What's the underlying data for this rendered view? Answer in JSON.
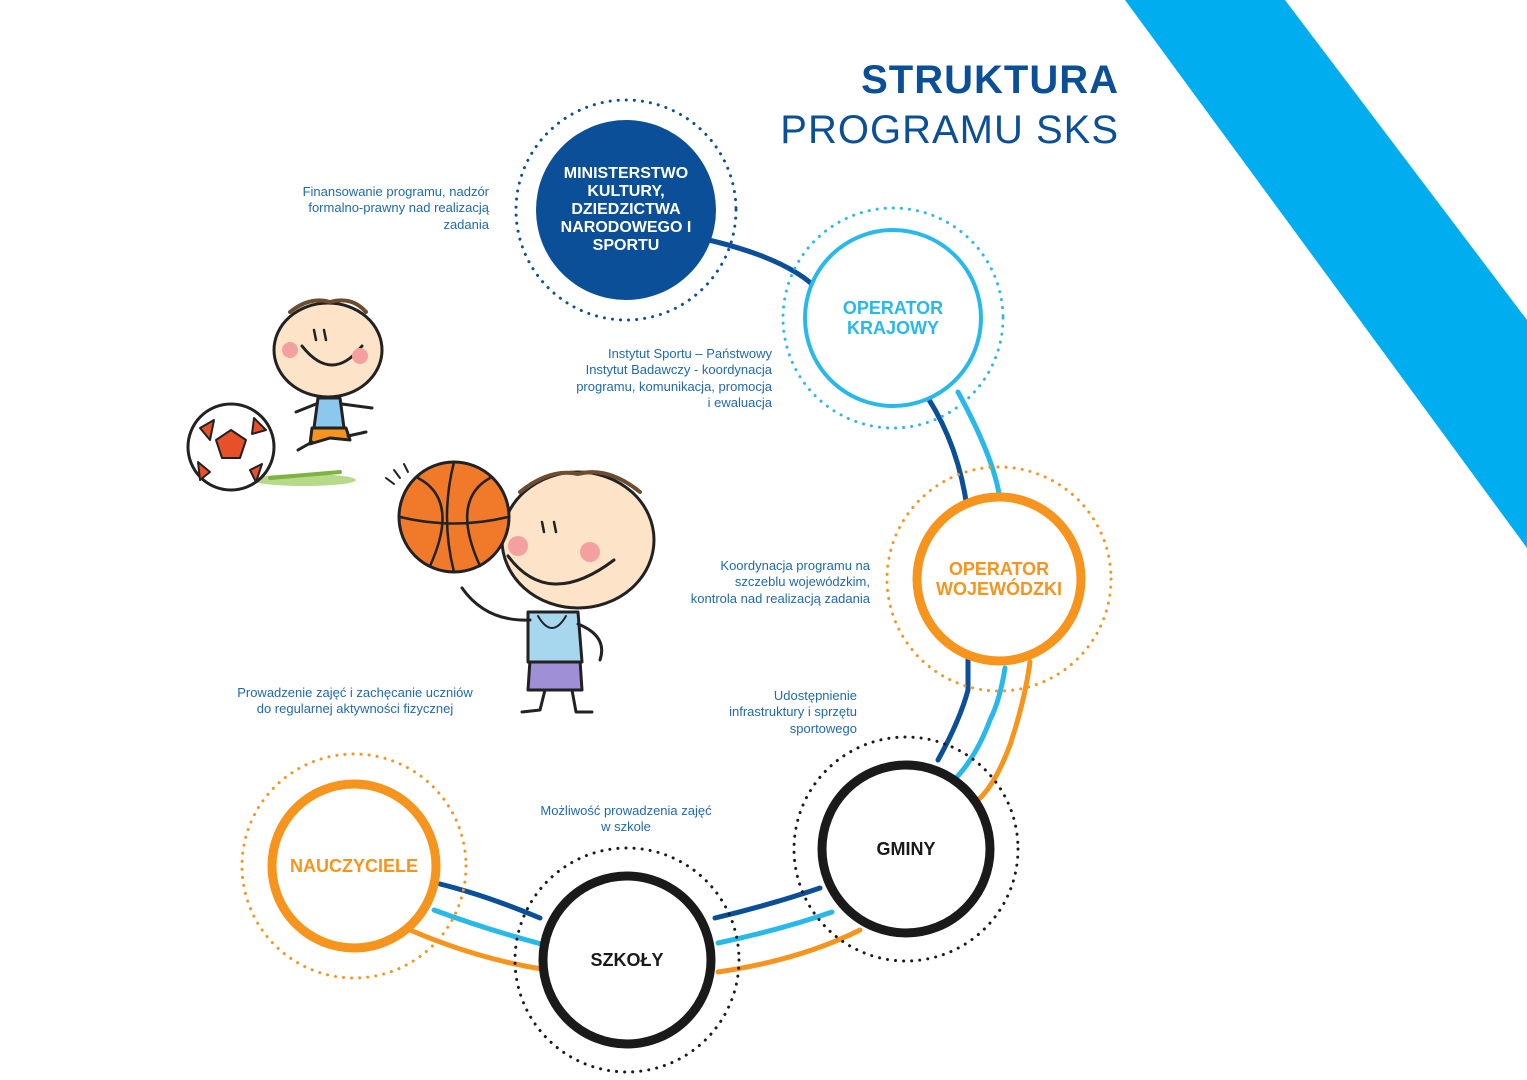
{
  "title": {
    "line1": "STRUKTURA",
    "line2": "PROGRAMU SKS"
  },
  "colors": {
    "dark_blue": "#0b4f99",
    "light_blue": "#28b9ea",
    "orange": "#f7941d",
    "black": "#1a1a1a",
    "corner_stripe": "#00adee"
  },
  "nodes": {
    "ministry": {
      "label": "MINISTERSTWO KULTURY, DZIEDZICTWA NARODOWEGO I SPORTU"
    },
    "national": {
      "label": "OPERATOR KRAJOWY"
    },
    "regional": {
      "label": "OPERATOR WOJEWÓDZKI"
    },
    "municipalities": {
      "label": "GMINY"
    },
    "schools": {
      "label": "SZKOŁY"
    },
    "teachers": {
      "label": "NAUCZYCIELE"
    }
  },
  "descriptions": {
    "ministry": "Finansowanie programu, nadzór formalno-prawny nad realizacją zadania",
    "national": "Instytut Sportu – Państwowy Instytut Badawczy - koordynacja programu, komunikacja, promocja i ewaluacja",
    "regional": "Koordynacja programu na szczeblu wojewódzkim, kontrola nad realizacją zadania",
    "municipalities": "Udostępnienie infrastruktury i sprzętu sportowego",
    "schools": "Możliwość prowadzenia zajęć w szkole",
    "teachers": "Prowadzenie zajęć i zachęcanie uczniów do regularnej aktywności fizycznej"
  },
  "illustrations": [
    "child-with-football",
    "child-with-basketball"
  ]
}
